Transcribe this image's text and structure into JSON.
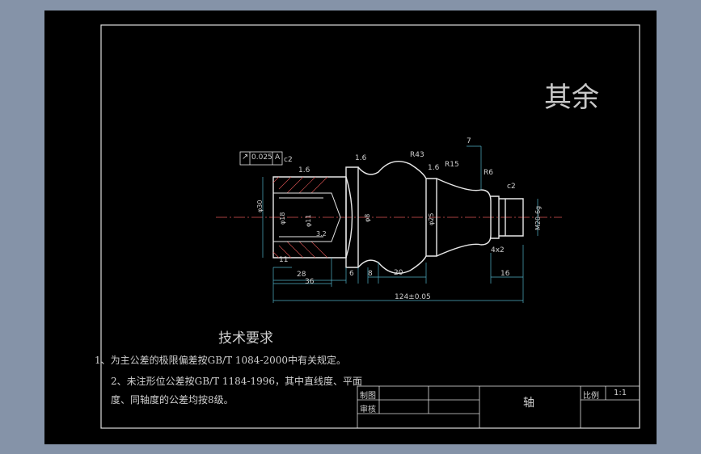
{
  "drawing": {
    "remainder_note": "其余",
    "tolerance_frame": {
      "symbol": "↗",
      "value": "0.025",
      "datum": "A"
    },
    "dimensions": {
      "chamfer_c2_left": "c2",
      "roughness_1_6_a": "1.6",
      "roughness_1_6_b": "1.6",
      "roughness_1_6_c": "1.6",
      "roughness_3_2": "3.2",
      "radius_r43": "R43",
      "radius_r15": "R15",
      "radius_r6": "R6",
      "chamfer_c2_right": "c2",
      "len_7": "7",
      "dia_30": "φ30",
      "dia_18": "φ18",
      "dia_11": "φ11",
      "dia_8": "φ8",
      "dia_25": "φ25",
      "thread": "M20-6g",
      "len_11": "11",
      "len_28": "28",
      "len_36": "36",
      "len_6": "6",
      "len_8": "8",
      "len_20": "20",
      "len_4x2": "4x2",
      "len_16": "16",
      "len_total": "124±0.05"
    },
    "requirements": {
      "title": "技术要求",
      "line1": "1、为主公差的极限偏差按GB/T 1084-2000中有关规定。",
      "line2": "2、未注形位公差按GB/T 1184-1996，其中直线度、平面",
      "line3": "度、同轴度的公差均按8级。"
    },
    "title_block": {
      "drawn": "制图",
      "checked": "审核",
      "part_name": "轴",
      "scale_label": "比例",
      "scale_value": "1:1"
    }
  }
}
